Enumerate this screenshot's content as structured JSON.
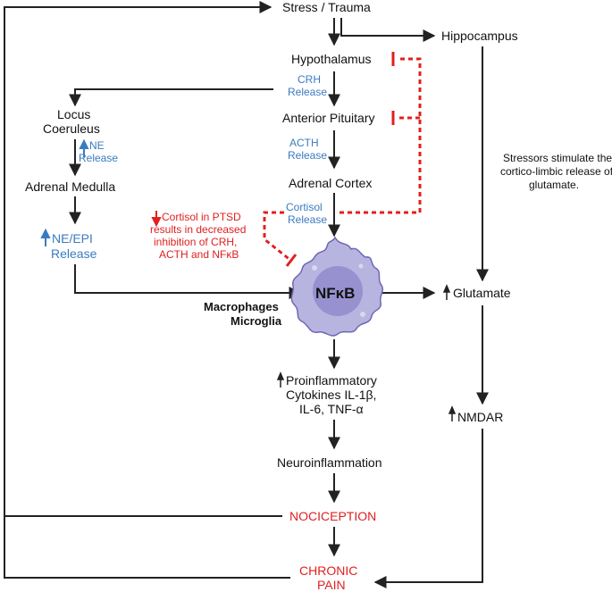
{
  "nodes": {
    "stress": "Stress / Trauma",
    "hippocampus": "Hippocampus",
    "hypothalamus": "Hypothalamus",
    "crh": [
      "CRH",
      "Release"
    ],
    "locus": [
      "Locus",
      "Coeruleus"
    ],
    "anterior_pituitary": "Anterior Pituitary",
    "ne_release": [
      "NE",
      "Release"
    ],
    "acth": [
      "ACTH",
      "Release"
    ],
    "adrenal_medulla": "Adrenal Medulla",
    "adrenal_cortex": "Adrenal Cortex",
    "cortisol_release": [
      "Cortisol",
      "Release"
    ],
    "cortisol_note": [
      "Cortisol in PTSD",
      "results in decreased",
      "inhibition of CRH,",
      "ACTH and NFκB"
    ],
    "ne_epi": [
      "NE/EPI",
      "Release"
    ],
    "stressors_note": [
      "Stressors stimulate the",
      "cortico-limbic release of",
      "glutamate."
    ],
    "nfkb": "NFκB",
    "cells": [
      "Macrophages",
      "Microglia"
    ],
    "glutamate": "Glutamate",
    "cytokines": [
      "Proinflammatory",
      "Cytokines IL-1β,",
      "IL-6, TNF-α"
    ],
    "nmdar": "NMDAR",
    "neuroinflammation": "Neuroinflammation",
    "nociception": "NOCICEPTION",
    "chronic_pain": [
      "CHRONIC",
      "PAIN"
    ]
  },
  "colors": {
    "arrow": "#222222",
    "inhibit": "#e02020",
    "release_text": "#3a7bbf",
    "cell_fill": "#b8b4e0",
    "cell_stroke": "#6e66b3",
    "nucleus": "#8e86c9"
  },
  "icons": [
    "up-arrow-icon",
    "down-arrow-icon",
    "cell-icon"
  ]
}
